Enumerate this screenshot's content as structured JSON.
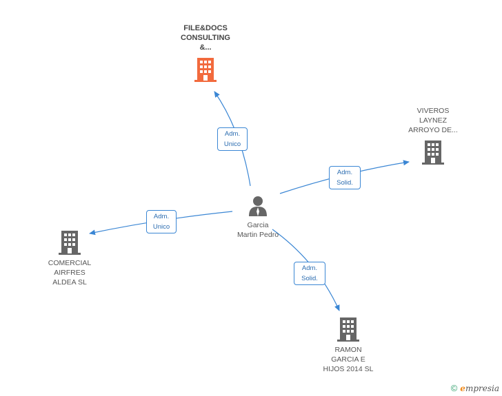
{
  "colors": {
    "edge": "#3a86d4",
    "highlight_icon": "#f26a3d",
    "icon": "#666666",
    "text": "#555555"
  },
  "center": {
    "label_line1": "Garcia",
    "label_line2": "Martin Pedro",
    "icon": "person-icon"
  },
  "companies": {
    "file_docs": {
      "line1": "FILE&DOCS",
      "line2": "CONSULTING",
      "line3": "&...",
      "icon": "building-icon"
    },
    "viveros": {
      "line1": "VIVEROS",
      "line2": "LAYNEZ",
      "line3": "ARROYO DE...",
      "icon": "building-icon"
    },
    "comercial": {
      "line1": "COMERCIAL",
      "line2": "AIRFRES",
      "line3": "ALDEA SL",
      "icon": "building-icon"
    },
    "ramon": {
      "line1": "RAMON",
      "line2": "GARCIA E",
      "line3": "HIJOS 2014  SL",
      "icon": "building-icon"
    }
  },
  "relations": {
    "file_docs": {
      "line1": "Adm.",
      "line2": "Unico"
    },
    "viveros": {
      "line1": "Adm.",
      "line2": "Solid."
    },
    "comercial": {
      "line1": "Adm.",
      "line2": "Unico"
    },
    "ramon": {
      "line1": "Adm.",
      "line2": "Solid."
    }
  },
  "footer": {
    "copyright": "©",
    "brand_initial": "e",
    "brand_rest": "mpresia"
  }
}
